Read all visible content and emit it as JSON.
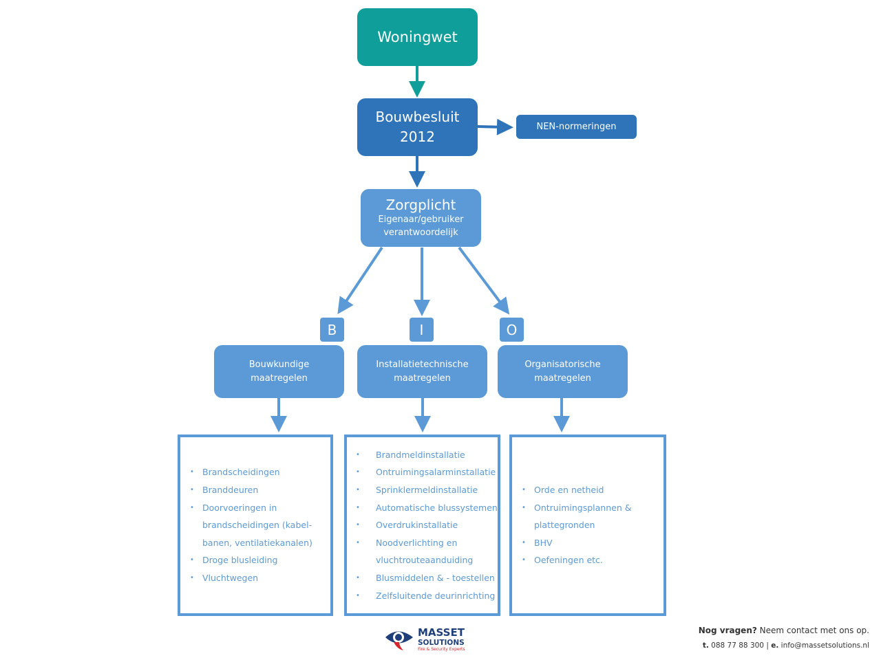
{
  "nodes": {
    "woningwet": "Woningwet",
    "bouwbesluit_line1": "Bouwbesluit",
    "bouwbesluit_line2": "2012",
    "nen": "NEN-normeringen",
    "zorgplicht_title": "Zorgplicht",
    "zorgplicht_sub1": "Eigenaar/gebruiker",
    "zorgplicht_sub2": "verantwoordelijk"
  },
  "letters": [
    "B",
    "I",
    "O"
  ],
  "categories": [
    {
      "line1": "Bouwkundige",
      "line2": "maatregelen"
    },
    {
      "line1": "Installatietechnische",
      "line2": "maatregelen"
    },
    {
      "line1": "Organisatorische",
      "line2": "maatregelen"
    }
  ],
  "lists": [
    [
      "Brandscheidingen",
      "Branddeuren",
      "Doorvoeringen in|brandscheidingen (kabel-|banen, ventilatiekanalen)",
      "Droge blusleiding",
      "Vluchtwegen"
    ],
    [
      "Brandmeldinstallatie",
      "Ontruimingsalarminstallatie",
      "Sprinklermeldinstallatie",
      "Automatische blussystemen",
      "Overdrukinstallatie",
      "Noodverlichting en|vluchtrouteaanduiding",
      "Blusmiddelen & - toestellen",
      "Zelfsluitende deurinrichting"
    ],
    [
      "Orde en netheid",
      "Ontruimingsplannen &|plattegronden",
      "BHV",
      "Oefeningen etc."
    ]
  ],
  "footer": {
    "question_bold": "Nog vragen?",
    "question_rest": " Neem contact met ons op.",
    "phone_label": "t.",
    "phone": " 088 77 88 300 | ",
    "email_label": "e.",
    "email": " info@massetsolutions.nl"
  },
  "logo": {
    "name_line1": "MASSET",
    "name_line2": "SOLUTIONS",
    "tagline": "Fire & Security Experts"
  },
  "colors": {
    "teal": "#0f9e9a",
    "dark_blue": "#2f74b8",
    "light_blue": "#5b9ad6"
  }
}
